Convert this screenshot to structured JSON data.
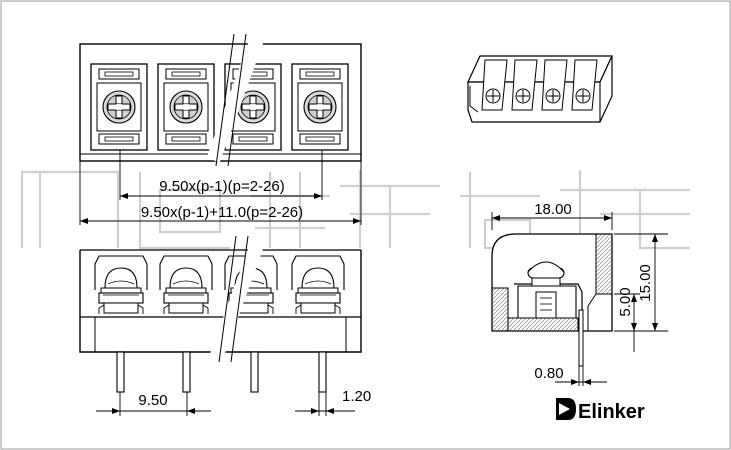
{
  "dimensions": {
    "span_total_pitch": "9.50x(p-1)(p=2-26)",
    "span_overall": "9.50x(p-1)+11.0(p=2-26)",
    "pitch": "9.50",
    "pin_width": "1.20",
    "side_width": "18.00",
    "side_height": "15.00",
    "side_inner_height": "5.00",
    "side_pin_thickness": "0.80"
  },
  "brand": {
    "name": "Elinker"
  },
  "colors": {
    "line": "#000000",
    "watermark": "#cfcfcf",
    "hatch": "#b0b0b0",
    "screw": "#d9d9d9"
  },
  "icons": {
    "logo_mark": "elinker-logo-icon",
    "screw": "phillips-screw-icon"
  }
}
